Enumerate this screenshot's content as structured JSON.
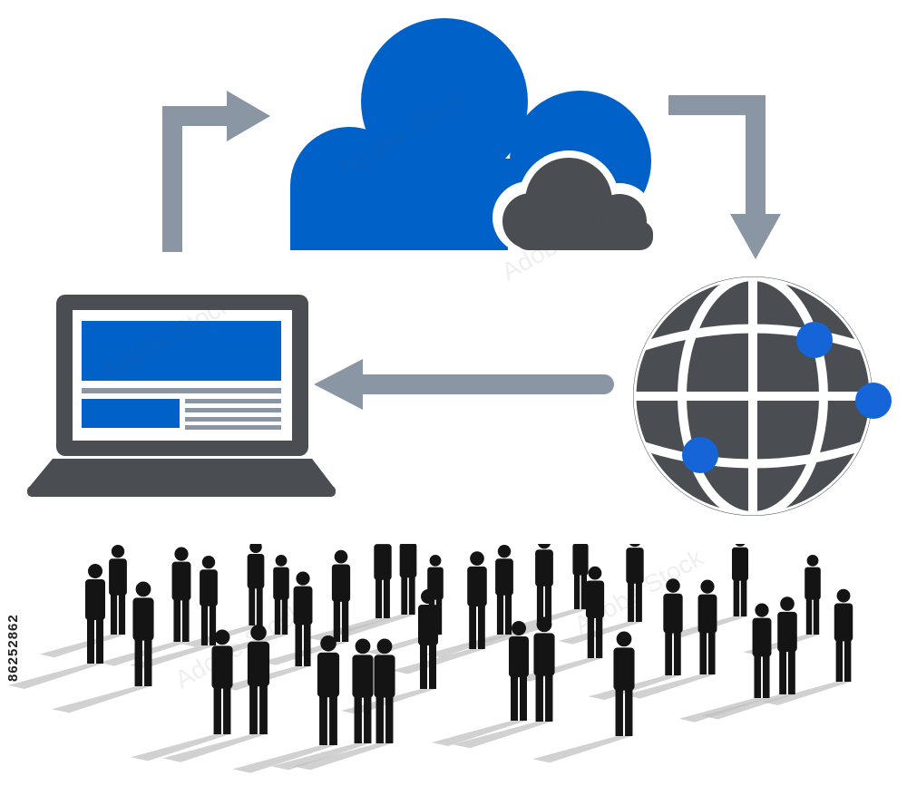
{
  "image": {
    "stock_id": "86252862",
    "watermark": "Adobe Stock"
  },
  "colors": {
    "background": "#ffffff",
    "cloud_blue": "#0061c9",
    "dark_gray": "#4a4d52",
    "arrow_gray": "#8a96a3",
    "silhouette": "#141414",
    "shadow": "#bdbdbd",
    "dot_blue": "#1565d8"
  },
  "icons": {
    "cloud": "cloud-icon",
    "small_cloud": "small-cloud-icon",
    "globe": "globe-icon",
    "laptop": "laptop-icon",
    "arrows": [
      "arrow-up-right-icon",
      "arrow-right-down-icon",
      "arrow-left-icon"
    ]
  },
  "crowd": {
    "count": 34
  }
}
